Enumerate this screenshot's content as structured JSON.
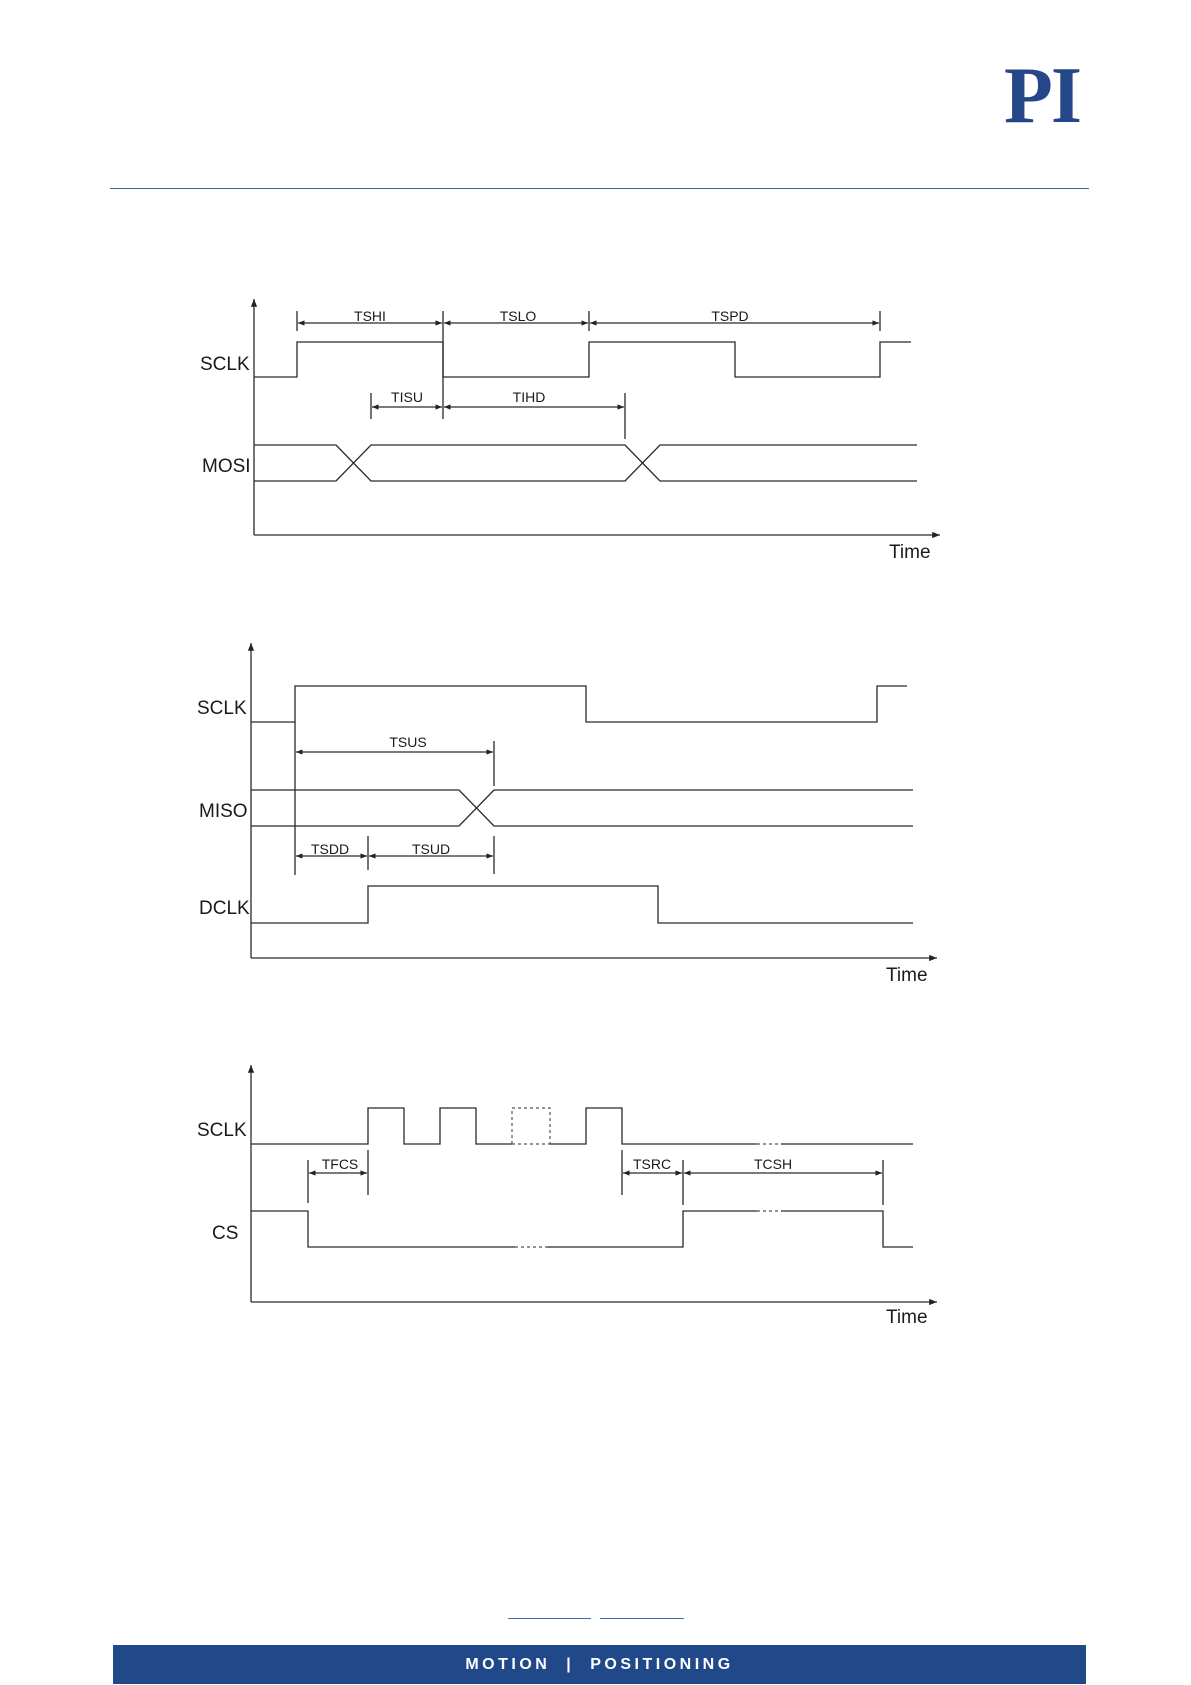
{
  "brand": {
    "logo_text": "PI",
    "logo_color": "#25478a",
    "rule_color": "#2c6f8a"
  },
  "diagram1": {
    "signals": [
      "SCLK",
      "MOSI"
    ],
    "timings": [
      "TSHI",
      "TSLO",
      "TSPD",
      "TISU",
      "TIHD"
    ],
    "axis_label": "Time"
  },
  "diagram2": {
    "signals": [
      "SCLK",
      "MISO",
      "DCLK"
    ],
    "timings": [
      "TSUS",
      "TSDD",
      "TSUD"
    ],
    "axis_label": "Time"
  },
  "diagram3": {
    "signals": [
      "SCLK",
      "CS"
    ],
    "timings": [
      "TFCS",
      "TSRC",
      "TCSH"
    ],
    "axis_label": "Time"
  },
  "footer": {
    "left": "MOTION",
    "separator": "|",
    "right": "POSITIONING",
    "bar_color": "#21498a"
  }
}
